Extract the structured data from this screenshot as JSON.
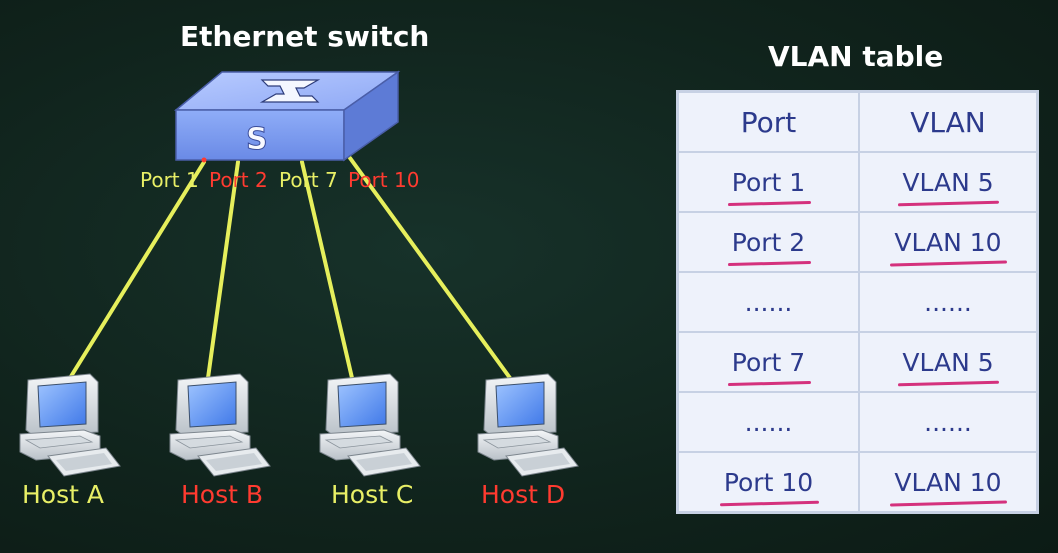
{
  "switch": {
    "title": "Ethernet switch",
    "ports": [
      {
        "label": "Port 1",
        "color": "#e8ef66"
      },
      {
        "label": "Port 2",
        "color": "#ff3b30"
      },
      {
        "label": "Port 7",
        "color": "#e8ef66"
      },
      {
        "label": "Port 10",
        "color": "#ff3b30"
      }
    ]
  },
  "hosts": [
    {
      "label": "Host A",
      "color": "#e8ef66"
    },
    {
      "label": "Host B",
      "color": "#ff3b30"
    },
    {
      "label": "Host C",
      "color": "#e8ef66"
    },
    {
      "label": "Host D",
      "color": "#ff3b30"
    }
  ],
  "vlan_table": {
    "title": "VLAN table",
    "headers": [
      "Port",
      "VLAN"
    ],
    "rows": [
      {
        "port": "Port 1",
        "vlan": "VLAN 5"
      },
      {
        "port": "Port 2",
        "vlan": "VLAN 10"
      },
      {
        "port": "......",
        "vlan": "......"
      },
      {
        "port": "Port 7",
        "vlan": "VLAN 5"
      },
      {
        "port": "......",
        "vlan": "......"
      },
      {
        "port": "Port 10",
        "vlan": "VLAN 10"
      }
    ]
  },
  "colors": {
    "link_line": "#e6ef5c",
    "switch_body": "#7f9ff2",
    "table_text": "#2c3a8c",
    "annotation": "#d4317d"
  },
  "icons": [
    "switch-icon",
    "computer-icon"
  ]
}
